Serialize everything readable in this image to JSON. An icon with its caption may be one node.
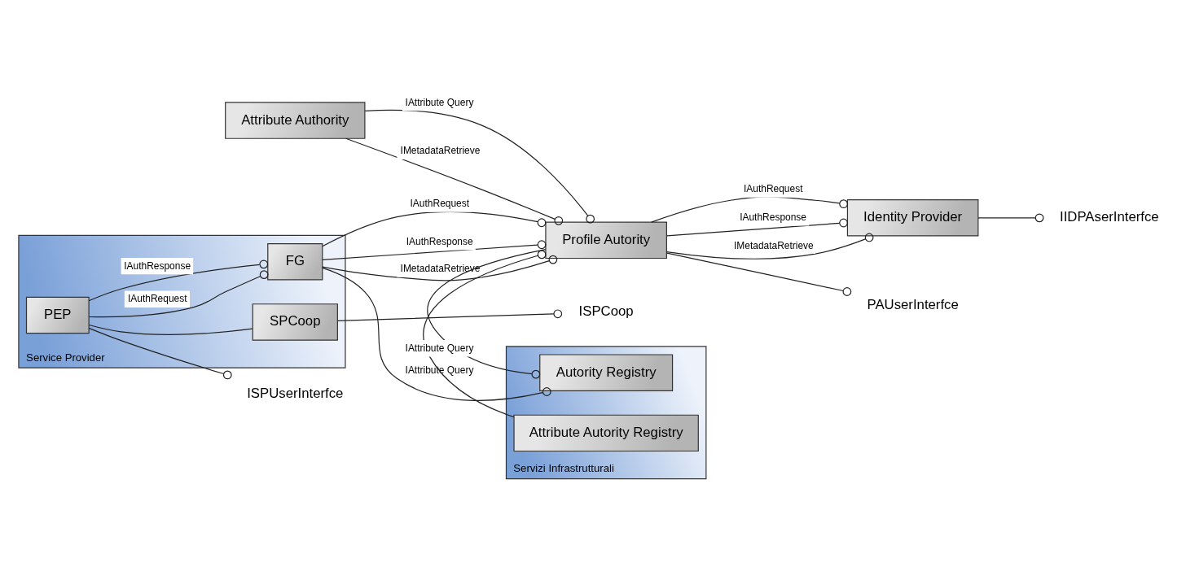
{
  "diagram": {
    "nodes": [
      {
        "text": [
          "Attribute Authority"
        ]
      },
      {
        "text": [
          "ISPCoop"
        ]
      },
      {
        "text": [
          "IIDPAserInterfce"
        ]
      },
      {
        "text": [
          "Service Provider"
        ]
      },
      {
        "text": [
          "SPCoop"
        ],
        "in": 3
      },
      {
        "text": [
          "ISPUserInterfce"
        ]
      },
      {
        "text": [
          "PEP"
        ],
        "in": 3
      },
      {
        "text": [
          "FG"
        ],
        "in": 3
      },
      {
        "text": [
          "Profile Autority"
        ]
      },
      {
        "text": [
          "Identity Provider"
        ]
      },
      {
        "text": [
          "PAUserInterfce"
        ]
      },
      {
        "text": [
          "Servizi Infrastrutturali"
        ]
      },
      {
        "text": [
          "Autority Registry"
        ],
        "in": 11
      },
      {
        "text": [
          "Attribute Autority Registry"
        ],
        "in": 11
      }
    ],
    "edges": [
      {
        "from": 4,
        "to": 1,
        "arrow": "other"
      },
      {
        "from": 6,
        "to": 4,
        "arrow": "none"
      },
      {
        "from": 6,
        "to": 5,
        "arrow": "other"
      },
      {
        "from": 6,
        "to": 7,
        "label": "IAuthRequest",
        "arrow": "other"
      },
      {
        "from": 6,
        "to": 7,
        "label": "IAuthResponse",
        "arrow": "other"
      },
      {
        "from": 7,
        "to": 8,
        "label": "IAuthRequest",
        "arrow": "other"
      },
      {
        "from": 7,
        "to": 8,
        "label": "IAuthResponse",
        "arrow": "other"
      },
      {
        "from": 7,
        "to": 8,
        "label": "IMetadataRetrieve",
        "arrow": "other"
      },
      {
        "from": 0,
        "to": 8,
        "label": "IAttribute Query",
        "arrow": "other"
      },
      {
        "from": 0,
        "to": 8,
        "label": "IMetadataRetrieve",
        "arrow": "other"
      },
      {
        "from": 8,
        "to": 9,
        "label": "IAuthRequest",
        "arrow": "other"
      },
      {
        "from": 8,
        "to": 9,
        "label": "IAuthResponse",
        "arrow": "other"
      },
      {
        "from": 8,
        "to": 9,
        "label": "IMetadataRetrieve",
        "arrow": "other"
      },
      {
        "from": 9,
        "to": 2,
        "arrow": "other"
      },
      {
        "from": 8,
        "to": 10,
        "arrow": "other"
      },
      {
        "from": 7,
        "to": 12,
        "label": "IAttribute Query",
        "arrow": "other"
      },
      {
        "from": 8,
        "to": 12,
        "arrow": "other"
      },
      {
        "from": 13,
        "to": 8,
        "label": "IAttribute Query",
        "arrow": "other"
      }
    ]
  }
}
